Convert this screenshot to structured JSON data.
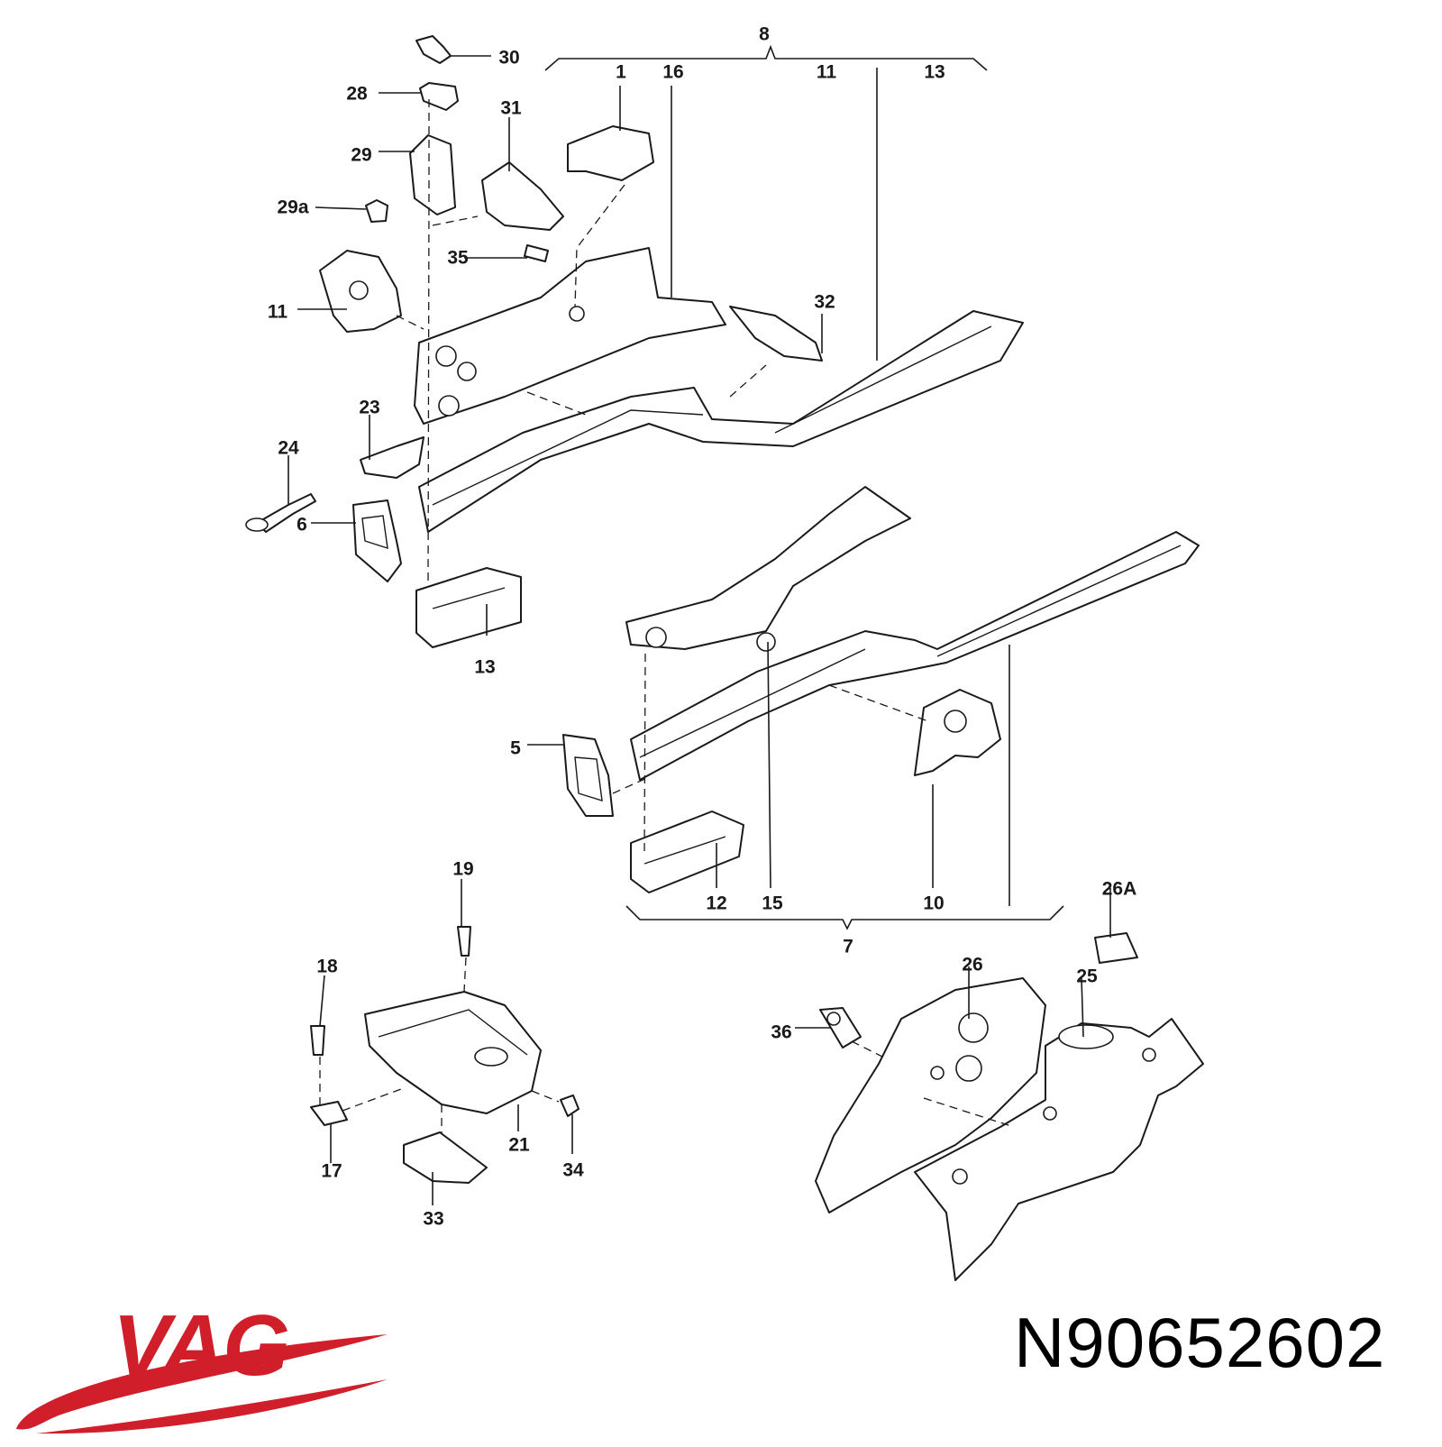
{
  "brand": {
    "name": "VAG",
    "color": "#d01f2a",
    "logo_icon": "vag-swoosh-logo"
  },
  "part_number": "N90652602",
  "callouts": {
    "c1": "1",
    "c5": "5",
    "c6": "6",
    "c7": "7",
    "c8": "8",
    "c10": "10",
    "c11a": "11",
    "c11b": "11",
    "c12": "12",
    "c13a": "13",
    "c13b": "13",
    "c15": "15",
    "c16": "16",
    "c17": "17",
    "c18": "18",
    "c19": "19",
    "c21": "21",
    "c23": "23",
    "c24": "24",
    "c25": "25",
    "c26": "26",
    "c26A": "26A",
    "c28": "28",
    "c29": "29",
    "c29a": "29a",
    "c30": "30",
    "c31": "31",
    "c32": "32",
    "c33": "33",
    "c34": "34",
    "c35": "35",
    "c36": "36"
  },
  "colors": {
    "line": "#1a1a1a",
    "background": "#ffffff"
  }
}
